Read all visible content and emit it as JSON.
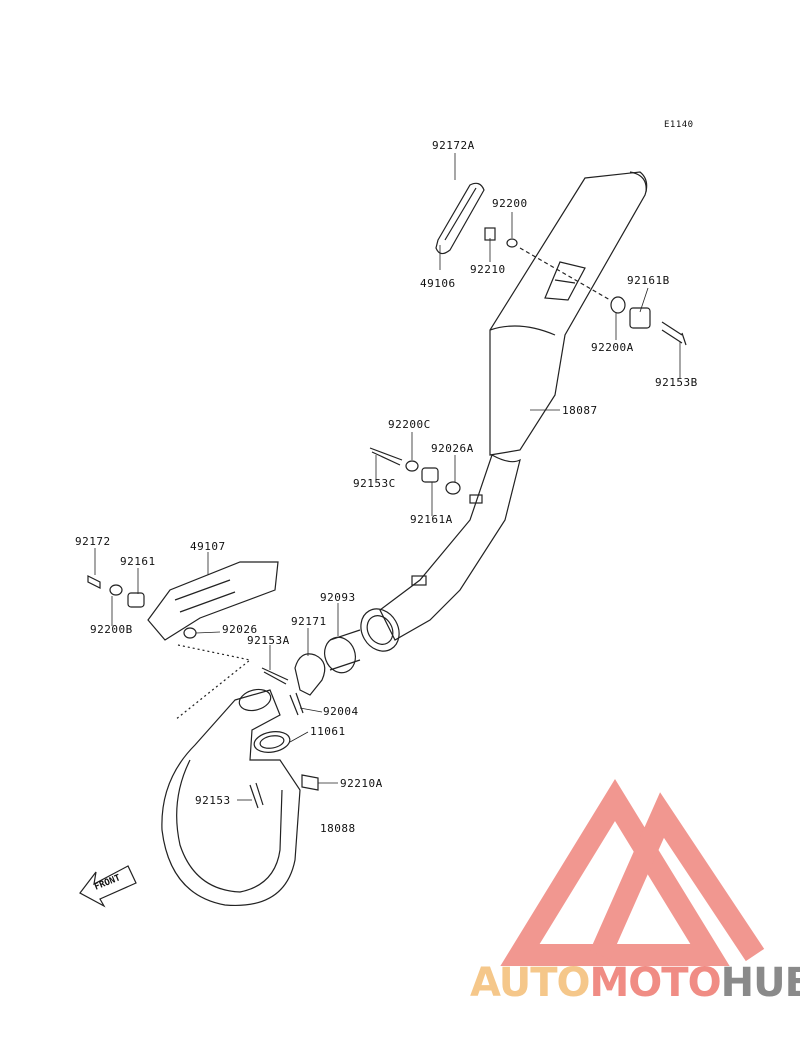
{
  "diagram": {
    "code": "E1140",
    "front_label": "FRONT",
    "parts": [
      {
        "id": "92172A"
      },
      {
        "id": "49106"
      },
      {
        "id": "92210"
      },
      {
        "id": "92200"
      },
      {
        "id": "92161B"
      },
      {
        "id": "92200A"
      },
      {
        "id": "92153B"
      },
      {
        "id": "18087"
      },
      {
        "id": "92200C"
      },
      {
        "id": "92026A"
      },
      {
        "id": "92153C"
      },
      {
        "id": "92161A"
      },
      {
        "id": "92172"
      },
      {
        "id": "92161"
      },
      {
        "id": "49107"
      },
      {
        "id": "92200B"
      },
      {
        "id": "92026"
      },
      {
        "id": "92153A"
      },
      {
        "id": "92171"
      },
      {
        "id": "92093"
      },
      {
        "id": "92004"
      },
      {
        "id": "11061"
      },
      {
        "id": "92210A"
      },
      {
        "id": "92153"
      },
      {
        "id": "18088"
      }
    ]
  },
  "watermark": {
    "part1": "AUTO",
    "part2": "MOTO",
    "part3": "HUB",
    "colors": {
      "auto": "#f5c78a",
      "moto": "#f08c84",
      "hub": "#8a8a8a",
      "logo": "#f08c84"
    }
  }
}
